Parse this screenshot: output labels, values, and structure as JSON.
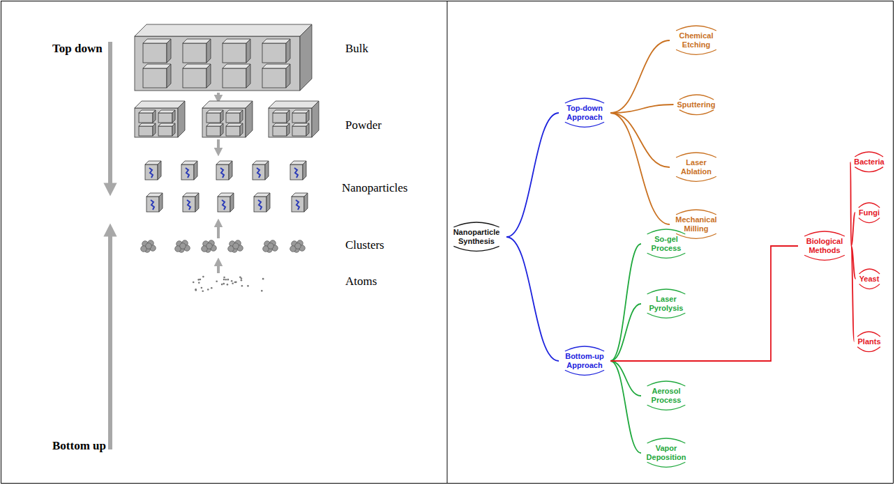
{
  "diagram": {
    "nodes": [
      {
        "text": [
          "Nanoparticle Synthesis"
        ]
      },
      {
        "text": [
          "Top-down Approach"
        ]
      },
      {
        "text": [
          "Chemical Etching"
        ]
      },
      {
        "text": [
          "Sputtering"
        ]
      },
      {
        "text": [
          "Laser Ablation"
        ]
      },
      {
        "text": [
          "Mechanical Milling"
        ]
      },
      {
        "text": [
          "Bottom-up Approach"
        ]
      },
      {
        "text": [
          "So-gel Process"
        ]
      },
      {
        "text": [
          "Laser Pyrolysis"
        ]
      },
      {
        "text": [
          "Aerosol Process"
        ]
      },
      {
        "text": [
          "Vapor Deposition"
        ]
      },
      {
        "text": [
          "Biological Methods"
        ]
      },
      {
        "text": [
          "Bacteria"
        ]
      },
      {
        "text": [
          "Fungi"
        ]
      },
      {
        "text": [
          "Yeast"
        ]
      },
      {
        "text": [
          "Plants"
        ]
      }
    ],
    "edges": [
      {
        "from": 0,
        "to": 1,
        "arrow": "none"
      },
      {
        "from": 0,
        "to": 6,
        "arrow": "none"
      },
      {
        "from": 1,
        "to": 2,
        "arrow": "none"
      },
      {
        "from": 1,
        "to": 3,
        "arrow": "none"
      },
      {
        "from": 1,
        "to": 4,
        "arrow": "none"
      },
      {
        "from": 1,
        "to": 5,
        "arrow": "none"
      },
      {
        "from": 6,
        "to": 7,
        "arrow": "none"
      },
      {
        "from": 6,
        "to": 8,
        "arrow": "none"
      },
      {
        "from": 6,
        "to": 9,
        "arrow": "none"
      },
      {
        "from": 6,
        "to": 10,
        "arrow": "none"
      },
      {
        "from": 6,
        "to": 11,
        "arrow": "none"
      },
      {
        "from": 11,
        "to": 12,
        "arrow": "none"
      },
      {
        "from": 11,
        "to": 13,
        "arrow": "none"
      },
      {
        "from": 11,
        "to": 14,
        "arrow": "none"
      },
      {
        "from": 11,
        "to": 15,
        "arrow": "none"
      }
    ],
    "labels": [
      "Top down",
      "Bulk",
      "Powder",
      "Nanoparticles",
      "Clusters",
      "Atoms",
      "Bottom up"
    ]
  }
}
